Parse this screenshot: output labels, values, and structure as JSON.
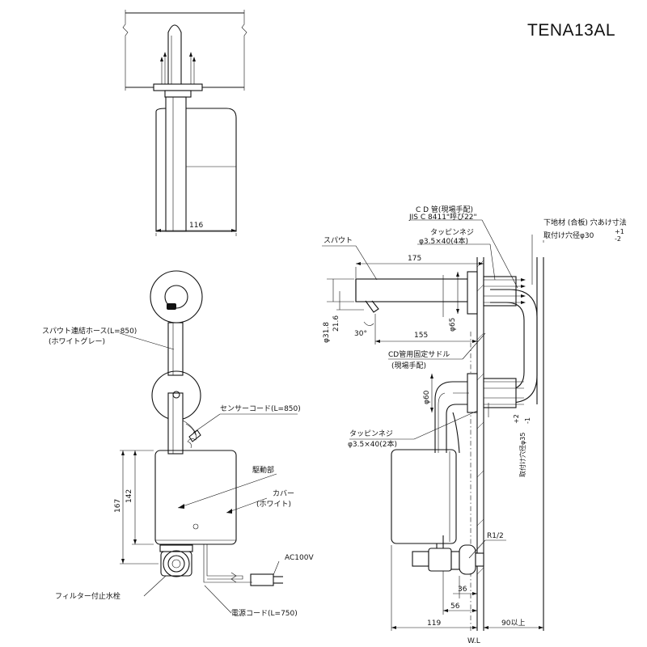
{
  "model": "TENA13AL",
  "dimensions": {
    "top_width": "116",
    "cover_height_outer": "167",
    "cover_height_inner": "142",
    "spout_length": "175",
    "spout_reach": "155",
    "spout_dia": "φ31.8",
    "spout_offset": "21.6",
    "spout_angle": "30°",
    "flange_dia": "φ65",
    "saddle_dia": "φ60",
    "valve_36": "36",
    "valve_56": "56",
    "body_119": "119",
    "wall_90": "90以上",
    "wall_hole": "取付け穴径φ35",
    "wall_hole_tol_plus": "+2",
    "wall_hole_tol_minus": "-1",
    "pipe_thread": "R1/2",
    "wl": "W.L"
  },
  "labels": {
    "spout_hose": "スパウト連結ホース(L=850)",
    "spout_hose_color": "(ホワイトグレー)",
    "sensor_cord": "センサーコード(L=850)",
    "drive_unit": "駆動部",
    "cover": "カバー",
    "cover_color": "(ホワイト)",
    "filter_valve": "フィルター付止水栓",
    "power_cord": "電源コード(L=750)",
    "ac100v": "AC100V",
    "cd_pipe": "C D 管(現場手配)",
    "cd_pipe_std": "JIS C 8411\"呼び22\"",
    "ground_material": "下地材 (合板) 穴あけ寸法",
    "mount_hole": "取付け穴径φ30",
    "mount_hole_tol_plus": "+1",
    "mount_hole_tol_minus": "-2",
    "tapping_screw_4": "タッピンネジ",
    "tapping_screw_4_size": "φ3.5×40(4本)",
    "spout": "スパウト",
    "cd_saddle": "CD管用固定サドル",
    "cd_saddle_note": "(現場手配)",
    "tapping_screw_2": "タッピンネジ",
    "tapping_screw_2_size": "φ3.5×40(2本)"
  }
}
